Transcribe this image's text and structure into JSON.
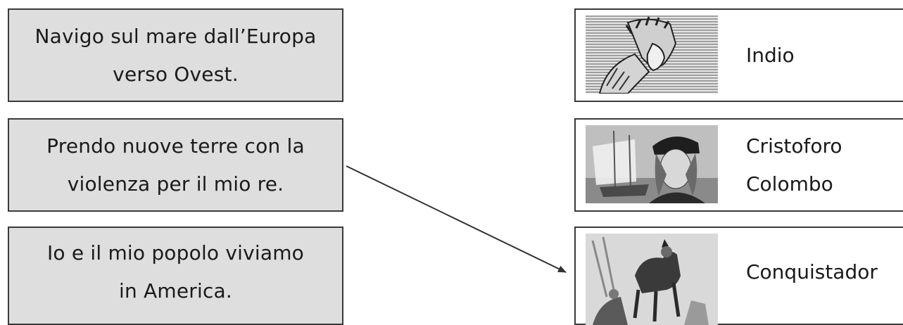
{
  "statements": [
    {
      "lines": [
        "Navigo sul mare dall’Europa",
        "verso Ovest."
      ]
    },
    {
      "lines": [
        "Prendo nuove terre con la",
        "violenza per il mio re."
      ]
    },
    {
      "lines": [
        "Io e il mio popolo viviamo",
        "in America."
      ]
    }
  ],
  "cards": [
    {
      "label_lines": [
        "Indio"
      ],
      "image": "engraved-portrait-feathered-headdress"
    },
    {
      "label_lines": [
        "Cristoforo",
        "Colombo"
      ],
      "image": "portrait-with-sailing-ship"
    },
    {
      "label_lines": [
        "Conquistador"
      ],
      "image": "horsemen-engraving"
    }
  ],
  "colors": {
    "statement_bg": "#dedede",
    "border": "#3a3a3a",
    "line": "#333333"
  }
}
